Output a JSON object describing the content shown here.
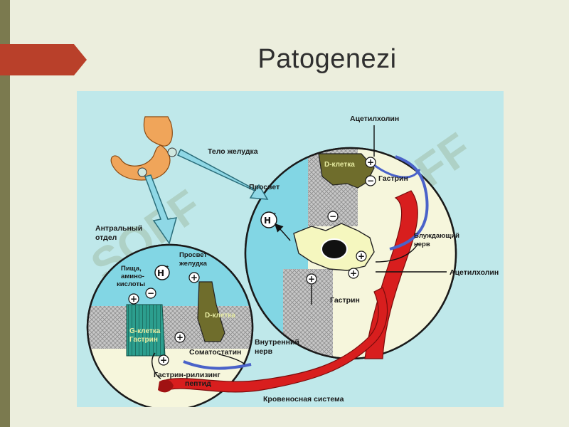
{
  "slide": {
    "title": "Patogenezi",
    "colors": {
      "background": "#eceedd",
      "accent": "#b9402a",
      "sidebar": "#7b7a4f",
      "diagram_bg": "#bfe8ea",
      "lumen": "#82d6e4",
      "blood": "#d81e1e",
      "cell_yellow": "#f5f7bf",
      "cell_olive": "#6f6d2c",
      "nerve": "#4a62c9"
    }
  },
  "diagram": {
    "labels": {
      "stomach_body": "Тело желудка",
      "antrum_line1": "Антральный",
      "antrum_line2": "отдел",
      "lumen": "Просвет",
      "lumen_gastric_line1": "Просвет",
      "lumen_gastric_line2": "желудка",
      "food_line1": "Пища,",
      "food_line2": "амино-",
      "food_line3": "кислоты",
      "d_cell_top": "D-клетка",
      "d_cell_bottom": "D-клетка",
      "g_cell_line1": "G-клетка",
      "g_cell_line2": "Гастрин",
      "acetylcholine_top": "Ацетилхолин",
      "acetylcholine_right": "Ацетилхолин",
      "gastrin_top": "Гастрин",
      "gastrin_bottom": "Гастрин",
      "vagus_line1": "Блуждающий",
      "vagus_line2": "нерв",
      "somatostatin": "Соматостатин",
      "internal_nerve_line1": "Внутренний",
      "internal_nerve_line2": "нерв",
      "grp_line1": "Гастрин-рилизинг",
      "grp_line2": "пептид",
      "bloodstream": "Кровеносная система",
      "h_ion": "H",
      "h_ion_charge": "+"
    },
    "signs": {
      "plus": "+",
      "minus": "−"
    }
  }
}
